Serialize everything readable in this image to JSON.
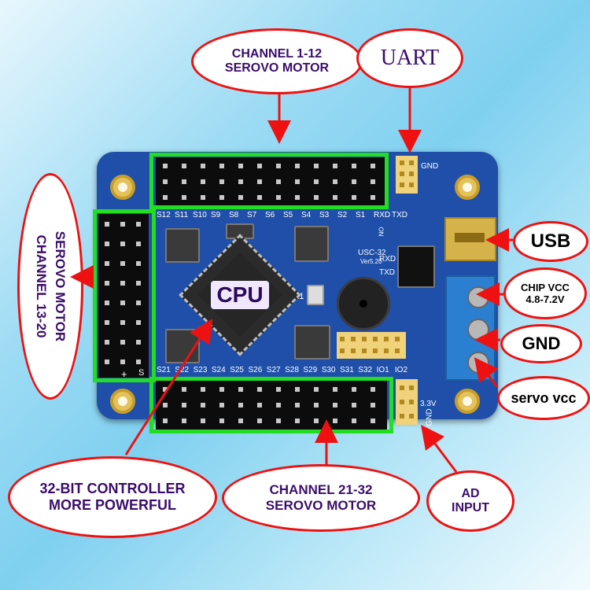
{
  "labels": {
    "channel_1_12_line1": "CHANNEL 1-12",
    "channel_1_12_line2": "SEROVO MOTOR",
    "uart": "UART",
    "servo_13_20_line1": "SEROVO MOTOR",
    "servo_13_20_line2": "CHANNEL 13-20",
    "usb": "USB",
    "chip_vcc_line1": "CHIP VCC",
    "chip_vcc_line2": "4.8-7.2V",
    "gnd": "GND",
    "servo_vcc": "servo vcc",
    "cpu": "CPU",
    "controller_line1": "32-BIT CONTROLLER",
    "controller_line2": "MORE POWERFUL",
    "channel_21_32_line1": "CHANNEL 21-32",
    "channel_21_32_line2": "SEROVO MOTOR",
    "ad_input_line1": "AD",
    "ad_input_line2": "INPUT"
  },
  "silkscreen": {
    "top_channels": [
      "S12",
      "S11",
      "S10",
      "S9",
      "S8",
      "S7",
      "S6",
      "S5",
      "S4",
      "S3",
      "S2",
      "S1",
      "RXD",
      "TXD"
    ],
    "bottom_channels": [
      "S21",
      "S22",
      "S23",
      "S24",
      "S25",
      "S26",
      "S27",
      "S28",
      "S29",
      "S30",
      "S31",
      "S32",
      "IO1",
      "IO2"
    ],
    "model": "USC-32",
    "version": "Ver5.20",
    "rxd": "RXD",
    "txd": "TXD",
    "gnd_top": "GND",
    "gnd_bottom": "GND",
    "k1": "K1",
    "v33": "3.3V",
    "on": "ON",
    "s": "S",
    "plus": "+"
  },
  "colors": {
    "annotation": "#e11111",
    "highlight": "#22dd22",
    "board": "#1f4fa8",
    "label_text": "#3a0d6b"
  }
}
